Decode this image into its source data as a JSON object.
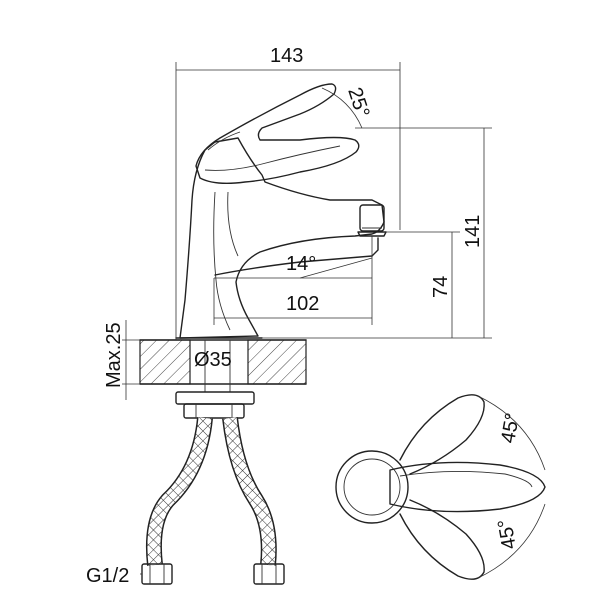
{
  "dimensions": {
    "width_total": "143",
    "height_total": "141",
    "spout_height": "74",
    "spout_reach": "102",
    "lever_angle": "25°",
    "spout_angle": "14°",
    "hole_diameter": "Ø35",
    "max_thickness": "Max.25",
    "thread": "G1/2",
    "rotation_left": "45°",
    "rotation_right": "45°"
  }
}
